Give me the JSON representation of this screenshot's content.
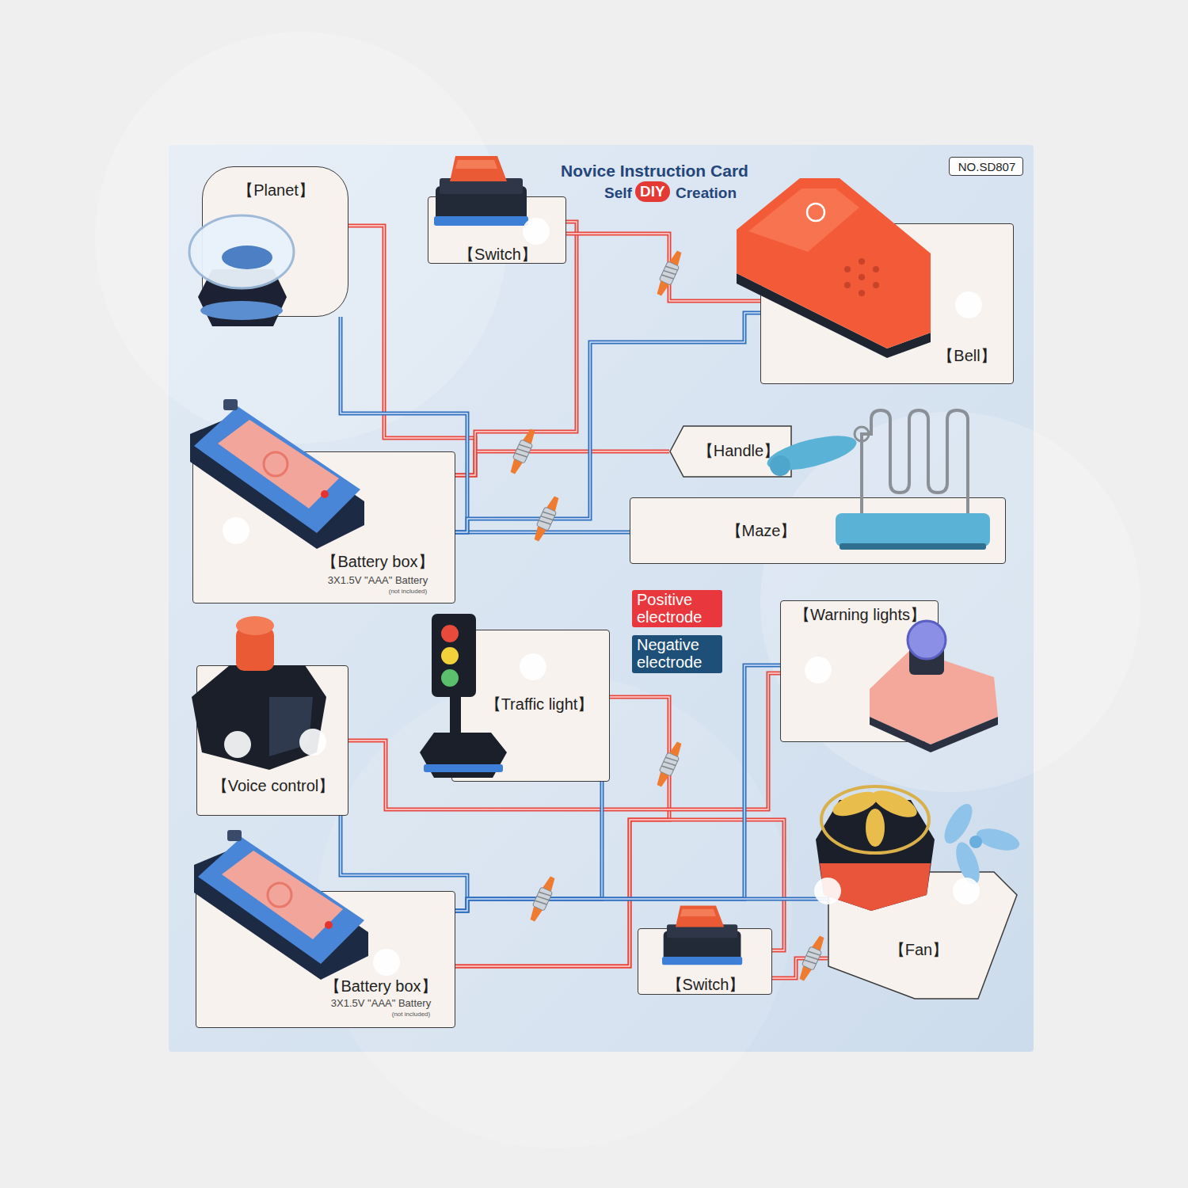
{
  "diagram": {
    "title": "Novice Instruction Card",
    "nodes": [
      {
        "text": [
          "【Planet】"
        ]
      },
      {
        "text": [
          "【Switch】"
        ]
      },
      {
        "text": [
          "NO.SD807"
        ]
      },
      {
        "text": [
          "【Bell】"
        ]
      },
      {
        "text": [
          "【Handle】"
        ]
      },
      {
        "text": [
          "【Battery box】",
          "3X1.5V \"AAA\" Battery",
          "(not included)"
        ]
      },
      {
        "text": [
          "【Maze】"
        ]
      },
      {
        "text": [
          "【Warning lights】"
        ]
      },
      {
        "text": [
          "【Voice control】"
        ]
      },
      {
        "text": [
          "【Traffic light】"
        ]
      },
      {
        "text": [
          "【Fan】"
        ]
      },
      {
        "text": [
          "【Battery box】",
          "3X1.5V \"AAA\" Battery",
          "(not included)"
        ]
      },
      {
        "text": [
          "【Switch】"
        ]
      }
    ],
    "edges": [
      {
        "from": 5,
        "to": 0,
        "arrow": "none"
      },
      {
        "from": 5,
        "to": 4,
        "arrow": "none"
      },
      {
        "from": 5,
        "to": 1,
        "arrow": "none"
      },
      {
        "from": 1,
        "to": 3,
        "arrow": "none"
      },
      {
        "from": 5,
        "to": 6,
        "arrow": "none"
      },
      {
        "from": 5,
        "to": 0,
        "arrow": "none"
      },
      {
        "from": 5,
        "to": 3,
        "arrow": "none"
      },
      {
        "from": 11,
        "to": 9,
        "arrow": "none"
      },
      {
        "from": 11,
        "to": 12,
        "arrow": "none"
      },
      {
        "from": 12,
        "to": 10,
        "arrow": "none"
      },
      {
        "from": 8,
        "to": 7,
        "arrow": "none"
      },
      {
        "from": 11,
        "to": 8,
        "arrow": "none"
      },
      {
        "from": 11,
        "to": 9,
        "arrow": "none"
      },
      {
        "from": 11,
        "to": 7,
        "arrow": "none"
      },
      {
        "from": 11,
        "to": 10,
        "arrow": "none"
      }
    ],
    "labels": [
      "Self",
      "DIY",
      "Creation"
    ],
    "legend": [
      {
        "text": "Positive electrode",
        "color": "#e8383d"
      },
      {
        "text": "Negative electrode",
        "color": "#1d4f78"
      }
    ]
  }
}
